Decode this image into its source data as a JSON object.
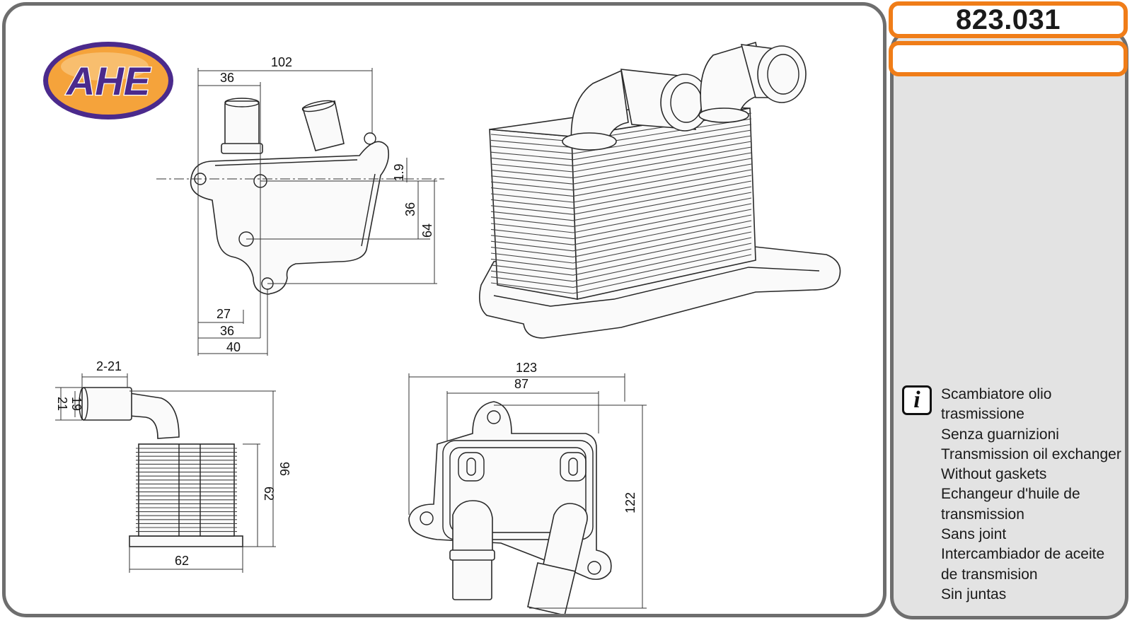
{
  "brand": {
    "logo_text": "AHE",
    "colors": {
      "ellipse": "#f5a33b",
      "ring": "#4b2a8c",
      "text": "#4b2a8c"
    }
  },
  "part_number": "823.031",
  "info": {
    "icon": "info-icon",
    "icon_glyph": "i",
    "descriptions": [
      "Scambiatore olio",
      "trasmissione",
      "Senza guarnizioni",
      "Transmission oil exchanger",
      "Without gaskets",
      "Echangeur d'huile de",
      "transmission",
      "Sans joint",
      "Intercambiador de aceite",
      "de transmision",
      "Sin juntas"
    ]
  },
  "dimensions": {
    "top_view": {
      "width_total": "102",
      "width_port": "36",
      "height_offset": "1.9",
      "height_mid": "36",
      "height_total": "64",
      "bottom_a": "27",
      "bottom_b": "36",
      "bottom_c": "40"
    },
    "side_view": {
      "pipe_spec": "2-21",
      "pipe_outer": "21",
      "pipe_inner": "19",
      "height_total": "96",
      "height_body": "62",
      "width": "62"
    },
    "front_view": {
      "width_total": "123",
      "width_inner": "87",
      "height": "122"
    }
  },
  "colors": {
    "frame": "#6e6e6e",
    "accent": "#f07d18",
    "side_bg": "#e3e3e3"
  }
}
